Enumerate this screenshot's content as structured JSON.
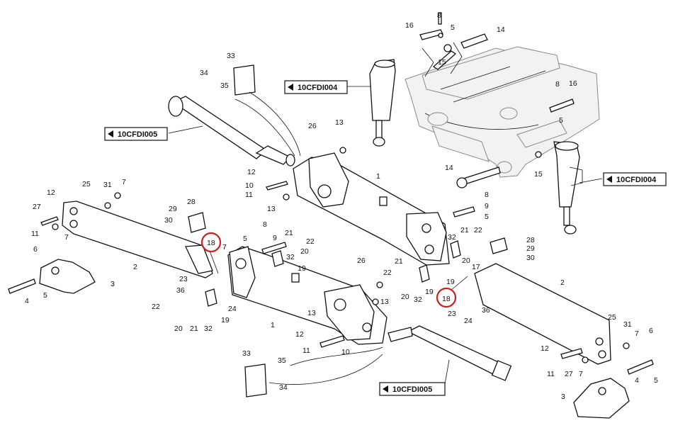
{
  "references": [
    "10CFDI005",
    "10CFDI004",
    "10CFDI004",
    "10CFDI005"
  ],
  "highlight_color": "#cc1f1f",
  "callouts": [
    "8",
    "16",
    "5",
    "14",
    "15",
    "33",
    "34",
    "35",
    "13",
    "26",
    "8",
    "16",
    "5",
    "12",
    "10",
    "11",
    "13",
    "1",
    "25",
    "31",
    "7",
    "12",
    "27",
    "11",
    "7",
    "28",
    "29",
    "30",
    "2",
    "6",
    "4",
    "5",
    "3",
    "18",
    "7",
    "5",
    "8",
    "9",
    "21",
    "22",
    "20",
    "19",
    "23",
    "36",
    "24",
    "22",
    "20",
    "21",
    "32",
    "19",
    "26",
    "13",
    "13",
    "1",
    "12",
    "11",
    "10",
    "33",
    "35",
    "34",
    "8",
    "9",
    "5",
    "32",
    "21",
    "22",
    "20",
    "28",
    "29",
    "30",
    "19",
    "17",
    "22",
    "21",
    "20",
    "32",
    "19",
    "18",
    "23",
    "36",
    "24",
    "2",
    "25",
    "31",
    "7",
    "6",
    "12",
    "11",
    "27",
    "7",
    "4",
    "5",
    "3",
    "14",
    "15",
    "32"
  ]
}
